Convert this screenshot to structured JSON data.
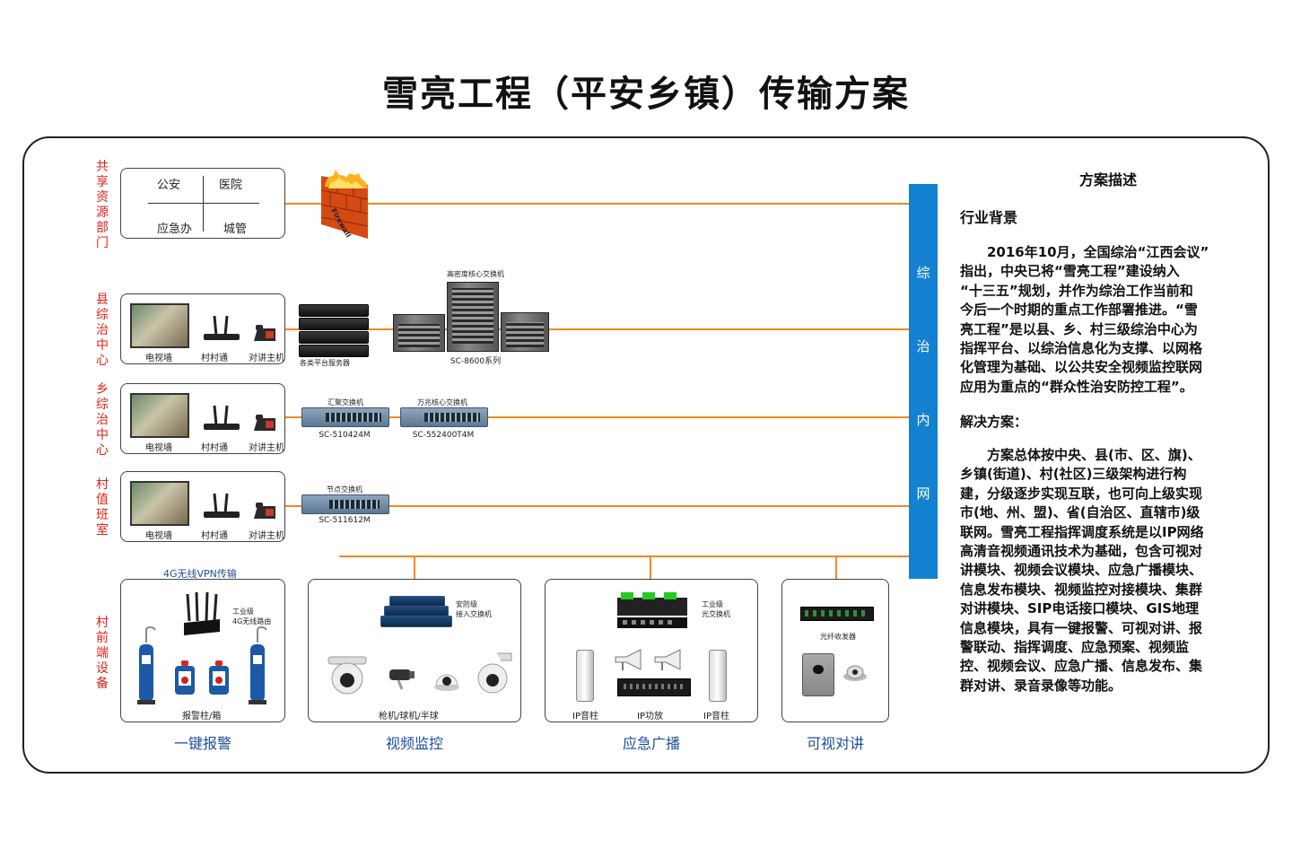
{
  "title": "雪亮工程（平安乡镇）传输方案",
  "colors": {
    "link": "#f08a1c",
    "bus": "#1481d0",
    "side_label": "#e0241a",
    "category": "#1c4e9c"
  },
  "rows": {
    "shared": {
      "label": "共享资源部门",
      "depts": [
        "公安",
        "医院",
        "应急办",
        "城管"
      ],
      "firewall_text": "Firewall"
    },
    "county": {
      "label": "县综治中心",
      "terminals": [
        "电视墙",
        "村村通",
        "对讲主机"
      ],
      "server_label": "各类平台服务器",
      "core_title": "高密度核心交换机",
      "core_model": "SC-8600系列"
    },
    "town": {
      "label": "乡综治中心",
      "terminals": [
        "电视墙",
        "村村通",
        "对讲主机"
      ],
      "agg_title": "汇聚交换机",
      "agg_model": "SC-510424M",
      "core_title": "万兆核心交换机",
      "core_model": "SC-552400T4M"
    },
    "village": {
      "label": "村值班室",
      "terminals": [
        "电视墙",
        "村村通",
        "对讲主机"
      ],
      "node_title": "节点交换机",
      "node_model": "SC-511612M"
    },
    "frontend": {
      "label": "村前端设备",
      "vpn_label": "4G无线VPN传输",
      "router_label": "工业级\n4G无线路由",
      "alarm_label": "报警柱/箱",
      "cam_switch_label": "安防级\n接入交换机",
      "cam_label": "枪机/球机/半球",
      "fiber_switch_label": "工业级\n光交换机",
      "pa_labels": [
        "IP音柱",
        "IP功放",
        "IP音柱"
      ],
      "transceiver_label": "光纤收发器",
      "categories": [
        "一键报警",
        "视频监控",
        "应急广播",
        "可视对讲"
      ]
    }
  },
  "bus_label": "综治内网",
  "description": {
    "heading": "方案描述",
    "background_title": "行业背景",
    "background_lines": [
      "　　2016年10月，全国综治“江西会议”",
      "指出，中央已将“雪亮工程”建设纳入",
      "“十三五”规划，并作为综治工作当前和",
      "今后一个时期的重点工作部署推进。“雪",
      "亮工程”是以县、乡、村三级综治中心为",
      "指挥平台、以综治信息化为支撑、以网格",
      "化管理为基础、以公共安全视频监控联网",
      "应用为重点的“群众性治安防控工程”。"
    ],
    "solution_title": "解决方案：",
    "solution_lines": [
      "　　方案总体按中央、县(市、区、旗)、",
      "乡镇(街道)、村(社区)三级架构进行构",
      "建，分级逐步实现互联，也可向上级实现",
      "市(地、州、盟)、省(自治区、直辖市)级",
      "联网。雪亮工程指挥调度系统是以IP网络",
      "高清音视频通讯技术为基础，包含可视对",
      "讲模块、视频会议模块、应急广播模块、",
      "信息发布模块、视频监控对接模块、集群",
      "对讲模块、SIP电话接口模块、GIS地理",
      "信息模块，具有一键报警、可视对讲、报",
      "警联动、指挥调度、应急预案、视频监",
      "控、视频会议、应急广播、信息发布、集",
      "群对讲、录音录像等功能。"
    ]
  }
}
